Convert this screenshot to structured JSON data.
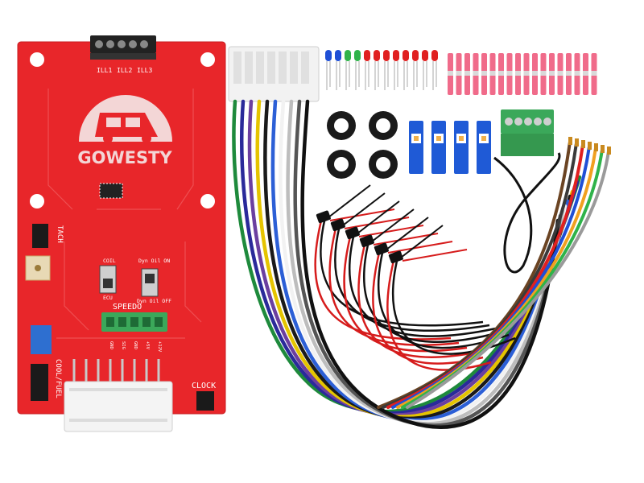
{
  "board": {
    "brand": "GOWESTY",
    "connector_labels": [
      "ILL1",
      "ILL2",
      "ILL3"
    ],
    "tach": "TACH",
    "coil": "COIL",
    "ecu": "ECU",
    "dyn_on": "Dyn Oil ON",
    "dyn_off": "Dyn Oil OFF",
    "speedo": "SPEEDO",
    "speedo_pins": [
      "GND",
      "SIG",
      "GND",
      "+5V",
      "+12V"
    ],
    "coolfuel": "COOL/FUEL",
    "clock": "CLOCK",
    "board_color": "#e8262a"
  },
  "harness_wire_colors": [
    "#1e8a3c",
    "#2a2a9a",
    "#6b3fa0",
    "#e5c400",
    "#1a1a1a",
    "#2c5fd6",
    "#f2f2f2",
    "#bdbdbd",
    "#555555",
    "#111111"
  ],
  "led_colors": [
    "#1f4fd6",
    "#1f4fd6",
    "#2fb34a",
    "#2fb34a",
    "#e02020",
    "#e02020",
    "#e02020",
    "#e02020",
    "#e02020",
    "#e02020",
    "#e02020",
    "#e02020"
  ],
  "connector_colors": [
    "#f06b8a"
  ],
  "pigtail_wire_colors": [
    "#111111",
    "#d61c1c"
  ],
  "small_harness_colors": [
    "#6b4423",
    "#3a3a3a",
    "#e02020",
    "#1f4fd6",
    "#f0a020",
    "#2fb34a",
    "#9a9a9a"
  ]
}
